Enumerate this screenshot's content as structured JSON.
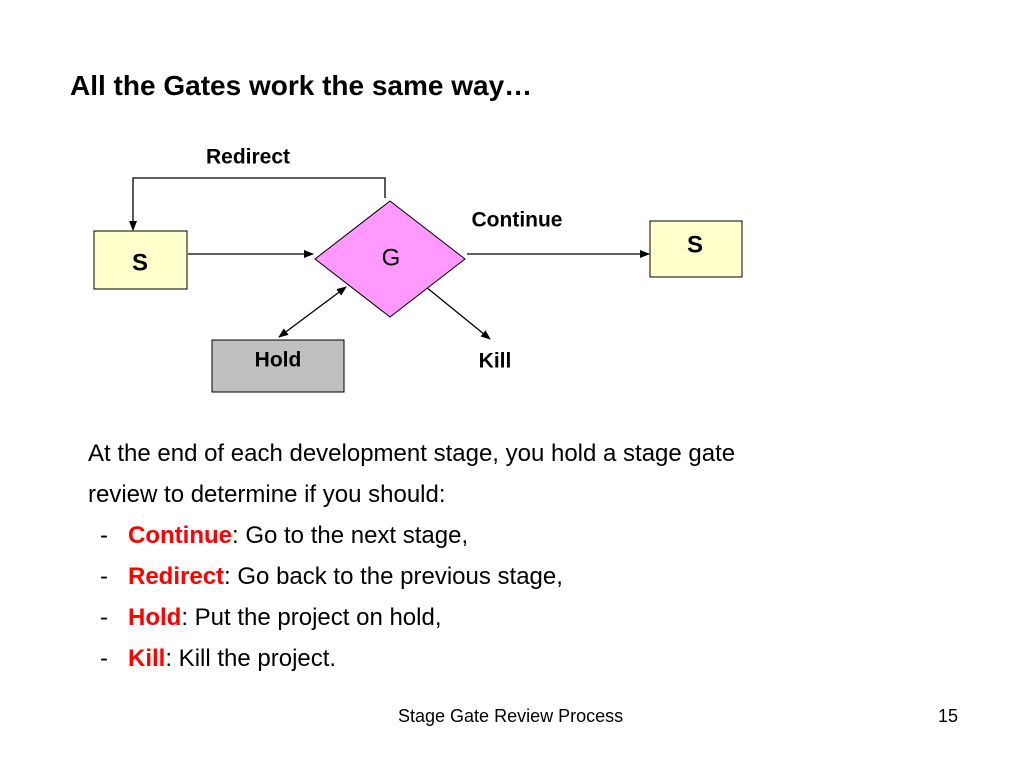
{
  "slide": {
    "title": "All the Gates work the same way…",
    "footer": "Stage Gate Review Process",
    "page_number": "15"
  },
  "diagram": {
    "stage_left_label": "S",
    "gate_label": "G",
    "stage_right_label": "S",
    "hold_label": "Hold",
    "redirect_label": "Redirect",
    "continue_label": "Continue",
    "kill_label": "Kill"
  },
  "colors": {
    "stage_fill": "#ffffcc",
    "gate_fill": "#ff99ff",
    "hold_fill": "#c0c0c0",
    "accent_red": "#ff0000"
  },
  "body": {
    "intro_line1": "At the end of each development stage, you hold a stage gate",
    "intro_line2": "review to determine if you should:",
    "bullet_marker": "-",
    "items": [
      {
        "term": "Continue",
        "desc": ": Go to the next stage,"
      },
      {
        "term": "Redirect",
        "desc": ": Go back to the previous stage,"
      },
      {
        "term": "Hold",
        "desc": ": Put the project on hold,"
      },
      {
        "term": "Kill",
        "desc": ": Kill the project."
      }
    ]
  }
}
